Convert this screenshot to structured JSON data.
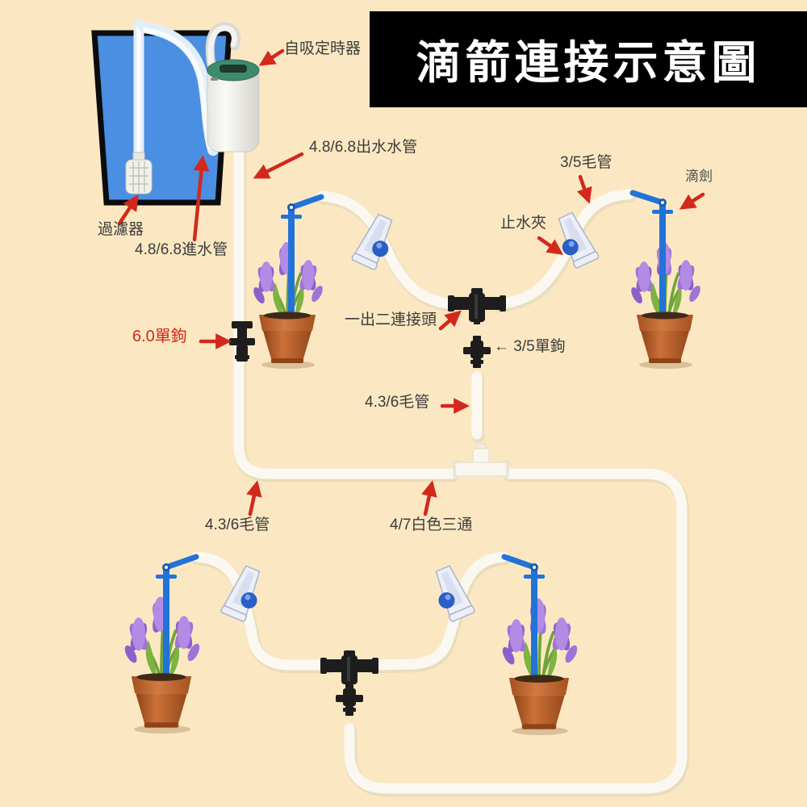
{
  "title": "滴箭連接示意圖",
  "labels": {
    "timer": "自吸定時器",
    "outlet_pipe": "4.8/6.8出水水管",
    "capillary_35": "3/5毛管",
    "drip_arrow": "滴劍",
    "stop_clip": "止水夾",
    "filter": "過濾器",
    "inlet_pipe": "4.8/6.8進水管",
    "hook_60": "6.0單鉤",
    "one_to_two_connector": "一出二連接頭",
    "hook_35": "← 3/5單鉤",
    "capillary_436_mid": "4.3/6毛管",
    "capillary_436_low": "4.3/6毛管",
    "white_tee_47": "4/7白色三通"
  },
  "colors": {
    "background": "#FBE8C2",
    "banner_bg": "#000000",
    "banner_text": "#FFFFFF",
    "label_text": "#3C3C3C",
    "highlight_label": "#D3281C",
    "annotation_arrow": "#D3281C",
    "tank_water": "#4A8FE2",
    "tube_white": "#FAF8F0",
    "drip_arrow_blue": "#2273D8",
    "connector_black": "#1D1D1D",
    "stop_clip_roller": "#2A5FC8",
    "pot_terracotta": "#B85A28",
    "flower_purple": "#9F74D6",
    "timer_top_green": "#3E8C6D"
  }
}
